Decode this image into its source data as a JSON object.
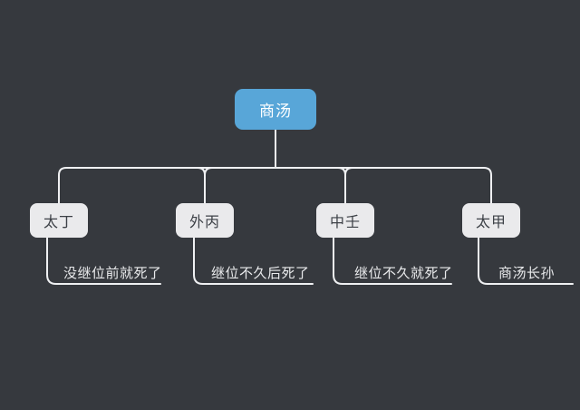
{
  "mindmap": {
    "root": {
      "label": "商汤"
    },
    "children": [
      {
        "label": "太丁",
        "note": "没继位前就死了"
      },
      {
        "label": "外丙",
        "note": "继位不久后死了"
      },
      {
        "label": "中壬",
        "note": "继位不久就死了"
      },
      {
        "label": "太甲",
        "note": "商汤长孙"
      }
    ]
  },
  "colors": {
    "canvas_background": "#36393e",
    "root_node_fill": "#58a6d8",
    "root_node_text": "#ffffff",
    "child_node_fill": "#eaeaec",
    "child_node_text": "#3d4147",
    "connector_line": "#eff0f2",
    "note_text": "#e9eaec"
  }
}
